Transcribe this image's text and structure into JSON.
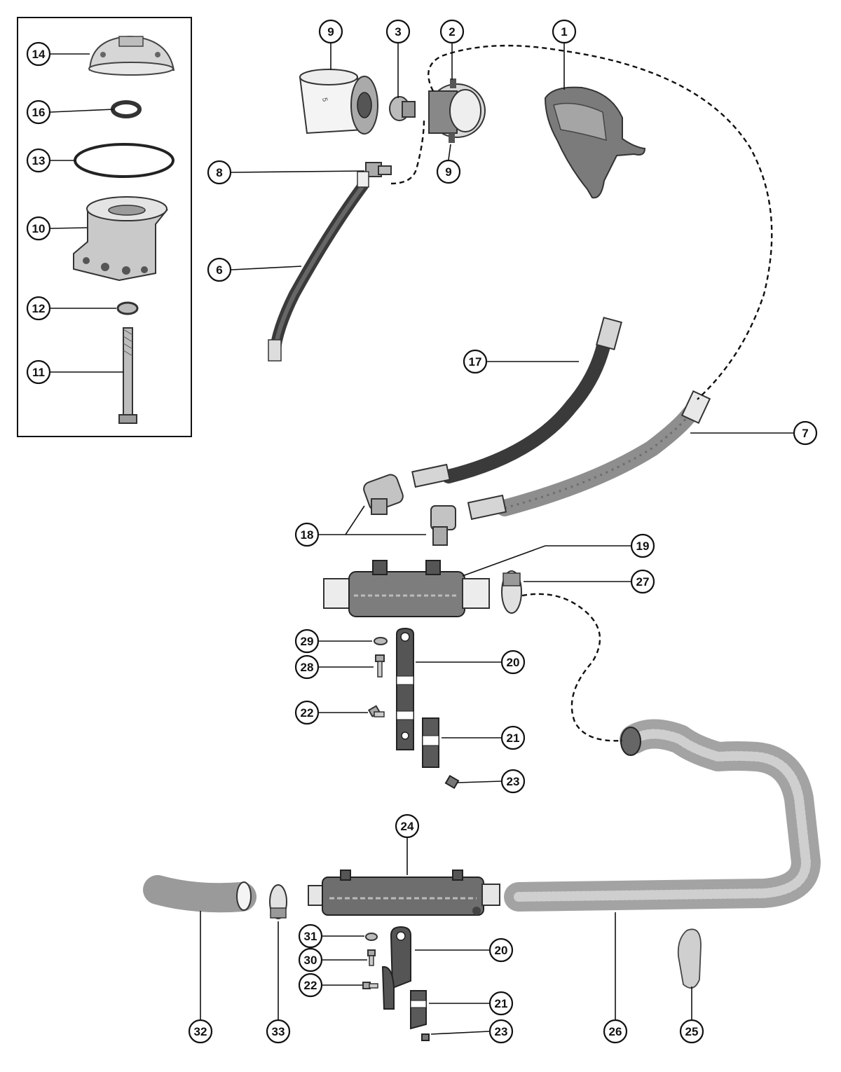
{
  "callouts": [
    {
      "num": "1"
    },
    {
      "num": "2"
    },
    {
      "num": "3"
    },
    {
      "num": "9"
    },
    {
      "num": "8"
    },
    {
      "num": "9"
    },
    {
      "num": "6"
    },
    {
      "num": "14"
    },
    {
      "num": "16"
    },
    {
      "num": "13"
    },
    {
      "num": "10"
    },
    {
      "num": "12"
    },
    {
      "num": "11"
    },
    {
      "num": "17"
    },
    {
      "num": "7"
    },
    {
      "num": "18"
    },
    {
      "num": "19"
    },
    {
      "num": "27"
    },
    {
      "num": "29"
    },
    {
      "num": "28"
    },
    {
      "num": "20"
    },
    {
      "num": "22"
    },
    {
      "num": "21"
    },
    {
      "num": "23"
    },
    {
      "num": "24"
    },
    {
      "num": "20"
    },
    {
      "num": "31"
    },
    {
      "num": "30"
    },
    {
      "num": "22"
    },
    {
      "num": "21"
    },
    {
      "num": "23"
    },
    {
      "num": "32"
    },
    {
      "num": "33"
    },
    {
      "num": "26"
    },
    {
      "num": "25"
    }
  ],
  "filter_label": "5"
}
